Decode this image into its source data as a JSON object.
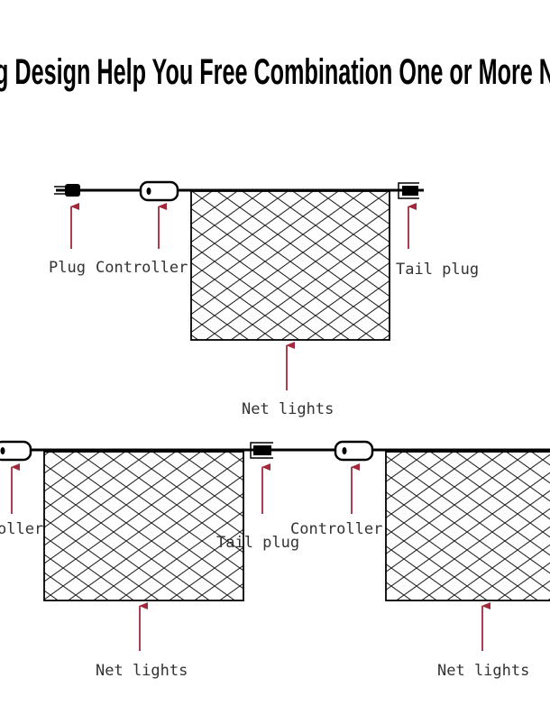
{
  "title": "g Design Help You Free Combination One or More N",
  "colors": {
    "arrow": "#a3283c",
    "line": "#000000",
    "text": "#333333"
  },
  "diagram_top": {
    "labels": {
      "plug": "Plug",
      "controller": "Controller",
      "tail_plug": "Tail plug",
      "net_lights": "Net lights"
    }
  },
  "diagram_bottom": {
    "left": {
      "controller": "oller",
      "tail_plug": "Tail plug",
      "net_lights": "Net lights"
    },
    "right": {
      "controller": "Controller",
      "net_lights": "Net lights"
    }
  }
}
